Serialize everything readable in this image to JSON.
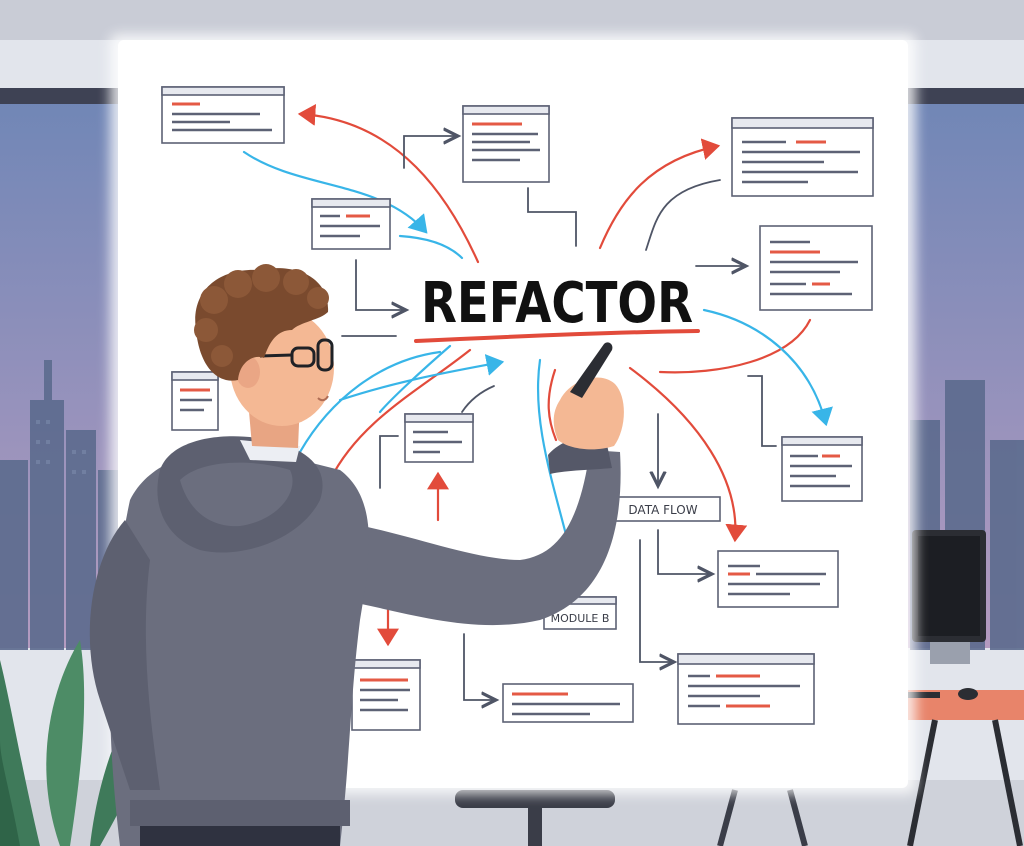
{
  "whiteboard": {
    "title": "REFACTOR",
    "label_data_flow": "DATA FLOW",
    "label_module_b": "MODULE B"
  },
  "colors": {
    "wall": "#e2e5ec",
    "window_sky_top": "#6f86b6",
    "window_sky_bottom": "#b49bc0",
    "city": "#5c6b8e",
    "board": "#ffffff",
    "title_ink": "#111111",
    "underline": "#e24b3b",
    "arrow_red": "#e24b3b",
    "arrow_blue": "#38b5e8",
    "arrow_gray": "#4f5566",
    "card_border": "#5d6275",
    "card_line_gray": "#5d6275",
    "card_line_red": "#e45a45",
    "hoodie": "#6b6e7e",
    "hoodie_shadow": "#555868",
    "hair": "#7a4a2e",
    "skin": "#f4b894",
    "plant": "#3f7a5a",
    "desk": "#e8846a",
    "monitor": "#2b2d33"
  }
}
